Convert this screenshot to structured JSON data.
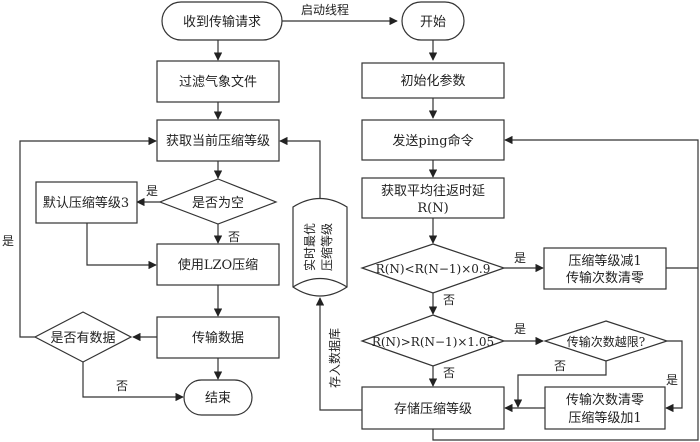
{
  "flowchart": {
    "left": {
      "start": "收到传输请求",
      "filter": "过滤气象文件",
      "get_level": "获取当前压缩等级",
      "is_empty": "是否为空",
      "default_level": "默认压缩等级3",
      "lzo": "使用LZO压缩",
      "transmit": "传输数据",
      "has_data": "是否有数据",
      "end": "结束"
    },
    "right": {
      "start": "开始",
      "init": "初始化参数",
      "ping": "发送ping命令",
      "rtt_line1": "获取平均往返时延",
      "rtt_line2": "R(N)",
      "cond1": "R(N)<R(N−1)×0.9",
      "decrease_line1": "压缩等级减1",
      "decrease_line2": "传输次数清零",
      "cond2": "R(N)>R(N−1)×1.05",
      "limit": "传输次数越限?",
      "increase_line1": "传输次数清零",
      "increase_line2": "压缩等级加1",
      "store": "存储压缩等级"
    },
    "database": {
      "line1": "实时最优",
      "line2": "压缩等级"
    },
    "labels": {
      "start_thread": "启动线程",
      "yes": "是",
      "no": "否",
      "store_db": "存入数据库"
    }
  }
}
